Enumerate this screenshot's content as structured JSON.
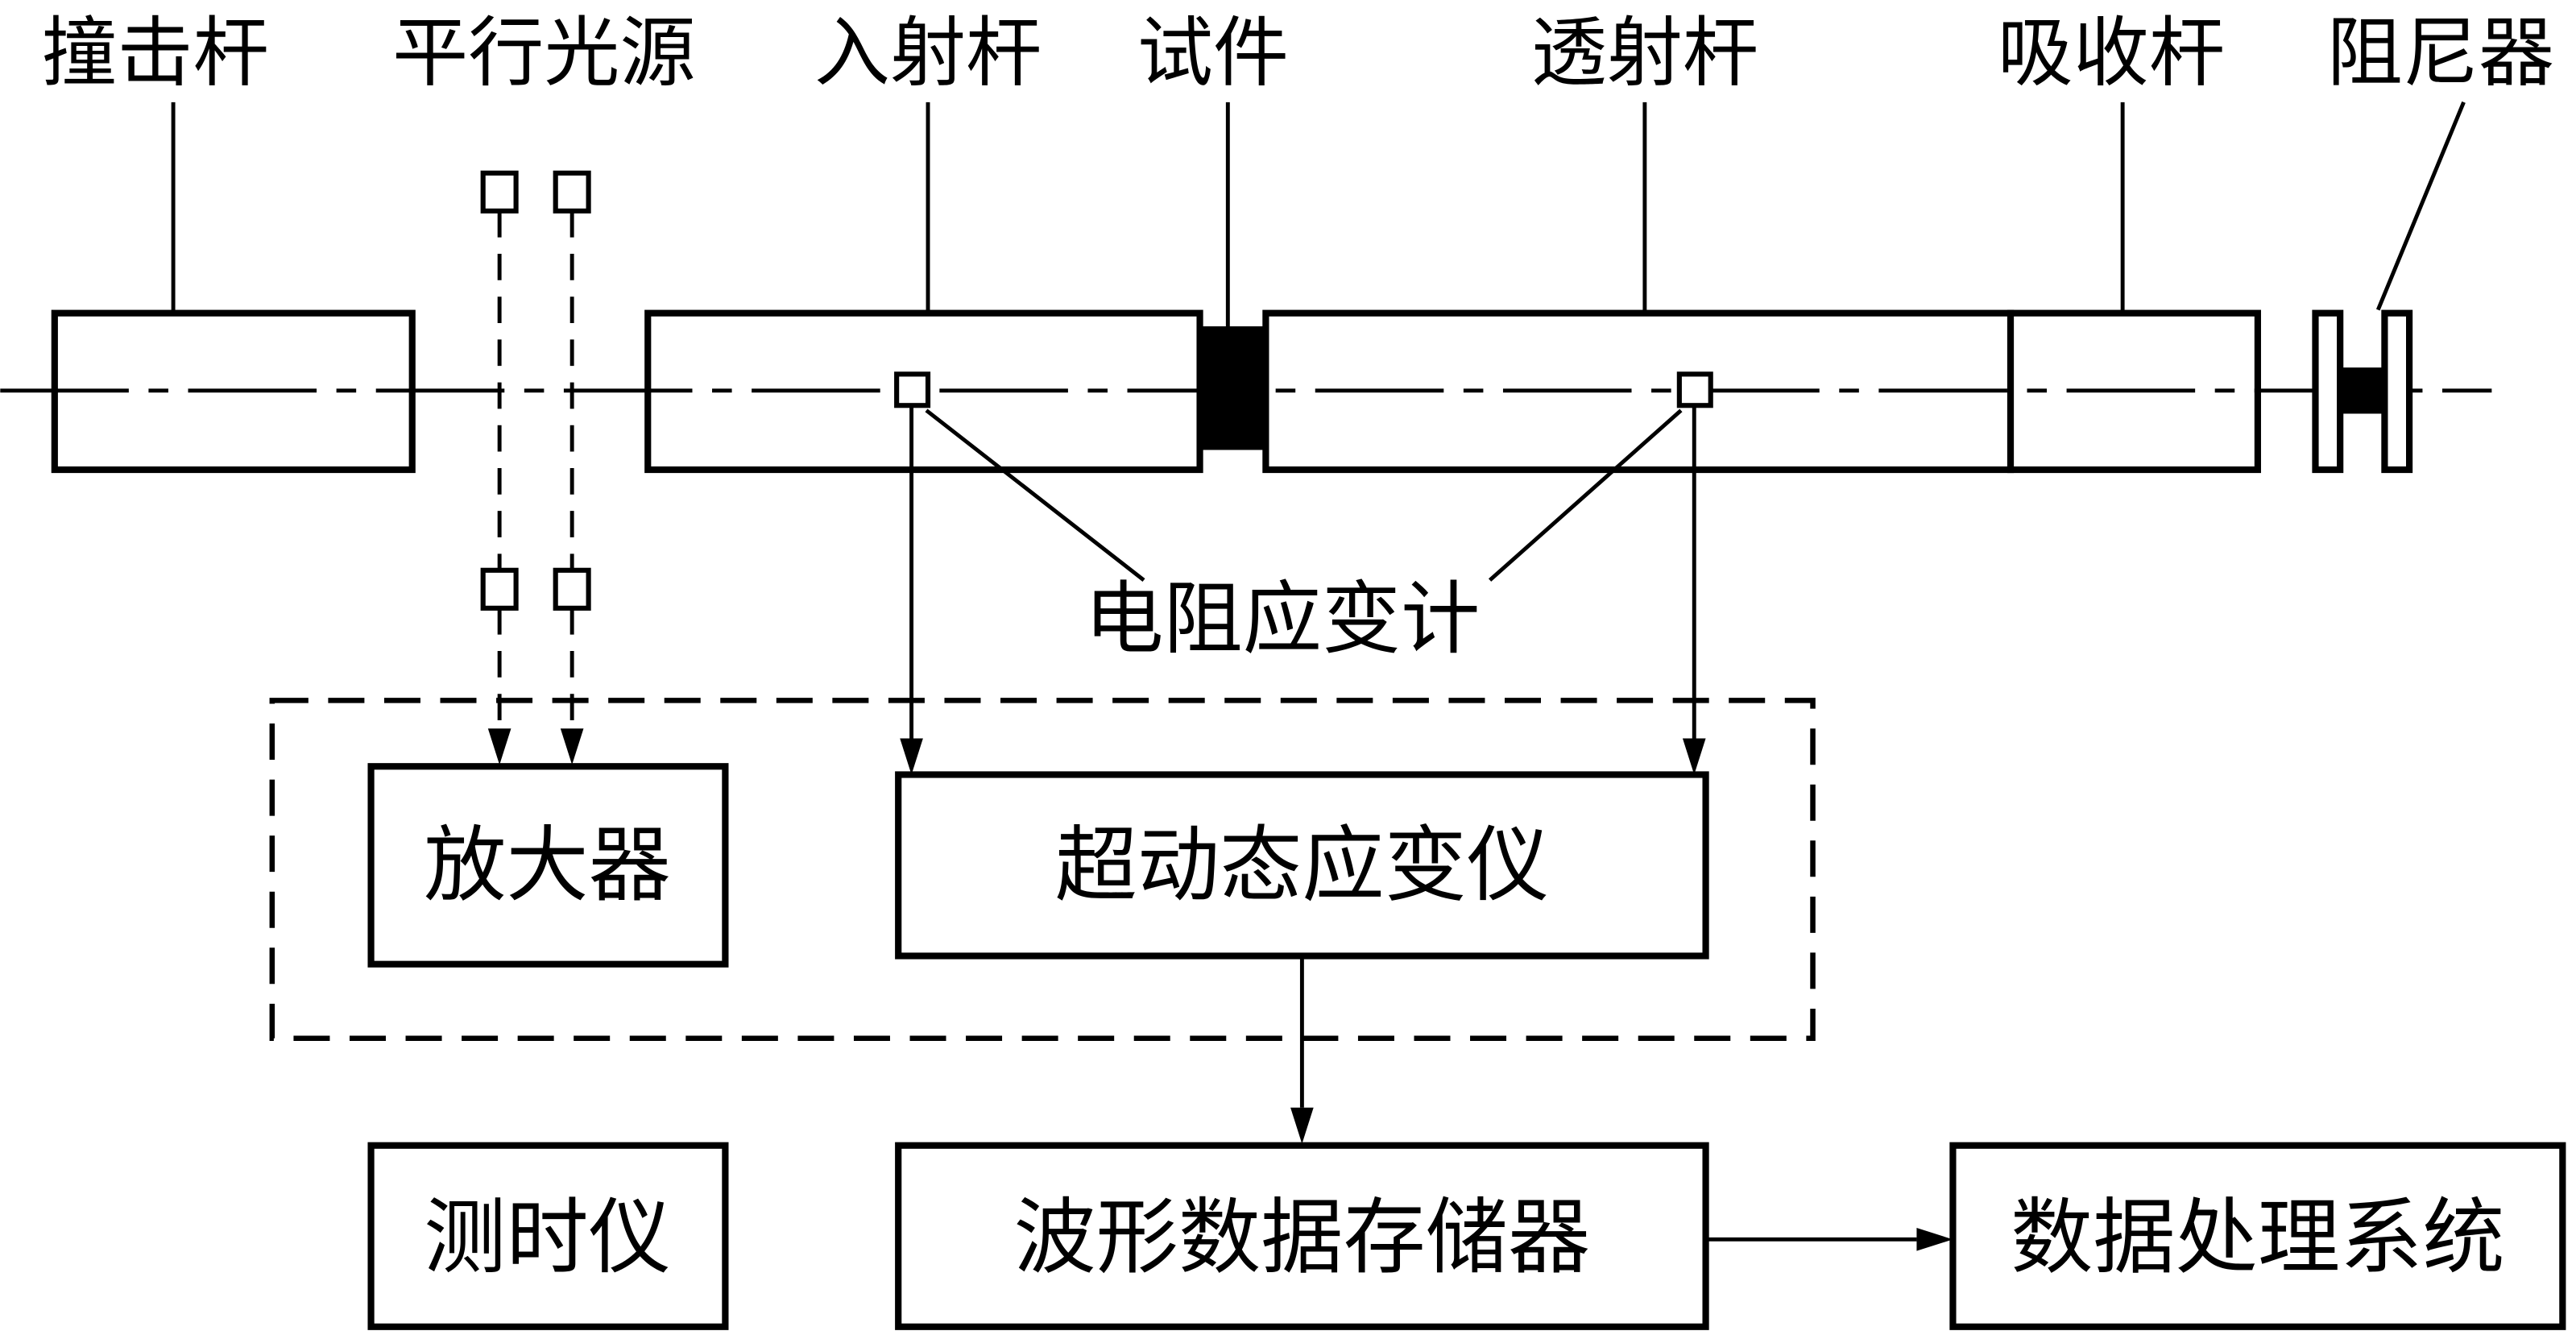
{
  "colors": {
    "ink": "#000000",
    "background": "#ffffff"
  },
  "labels": {
    "striker_bar": "撞击杆",
    "parallel_light_source": "平行光源",
    "incident_bar": "入射杆",
    "specimen": "试件",
    "transmission_bar": "透射杆",
    "absorber_bar": "吸收杆",
    "damper": "阻尼器",
    "resistance_strain_gauge": "电阻应变计"
  },
  "boxes": {
    "amplifier": "放大器",
    "ultra_dynamic_strain_meter": "超动态应变仪",
    "timer": "测时仪",
    "waveform_data_storage": "波形数据存储器",
    "data_processing_system": "数据处理系统"
  }
}
